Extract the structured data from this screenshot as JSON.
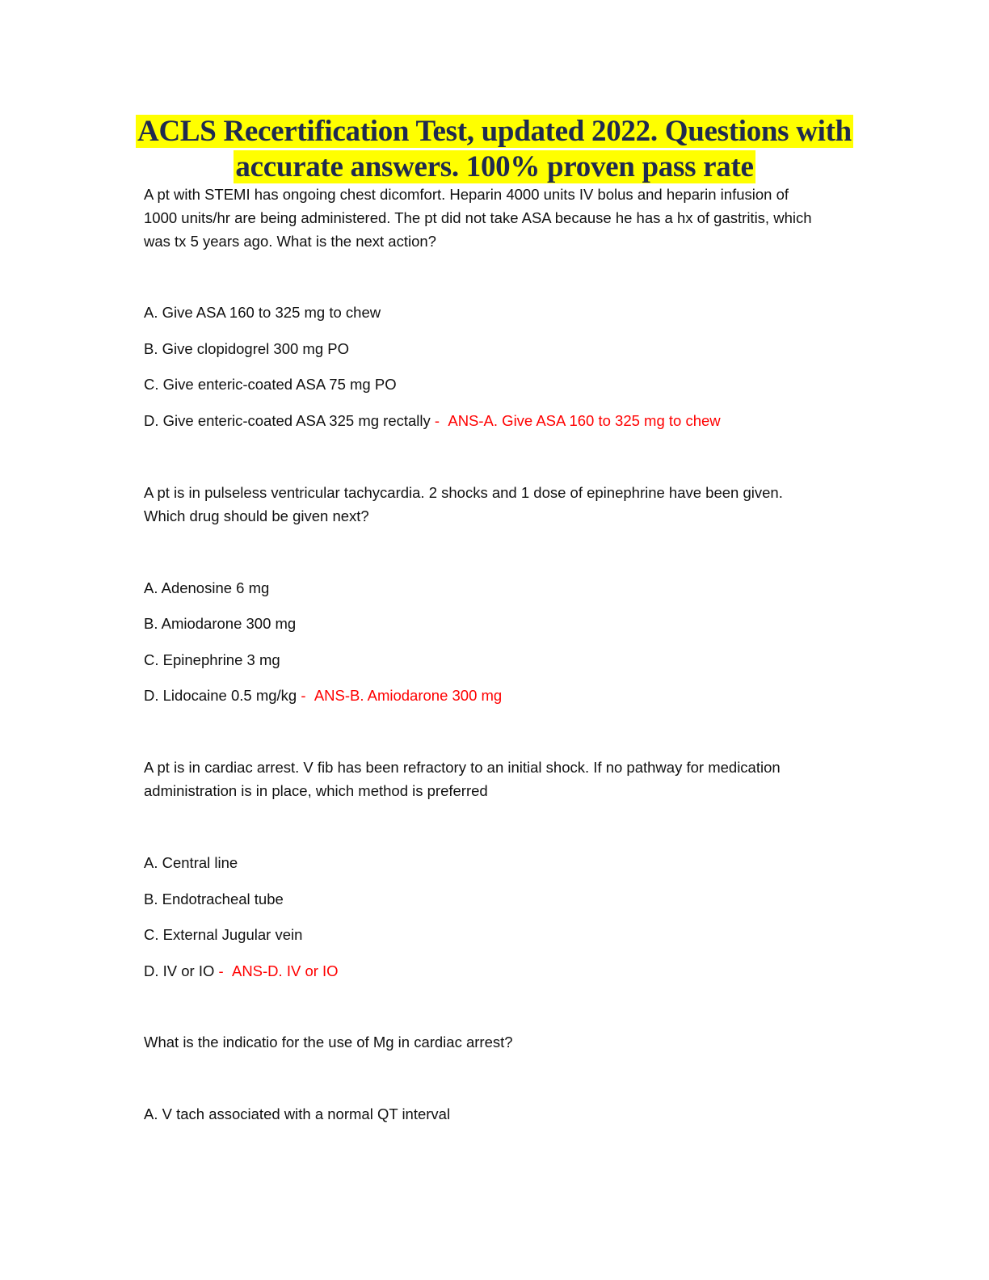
{
  "title": {
    "line1": "ACLS Recertification Test, updated 2022. Questions with",
    "line2": "accurate answers. 100% proven pass rate",
    "highlight_color": "#ffff00",
    "text_color": "#1f2a4f"
  },
  "answer_color": "#ff0000",
  "questions": [
    {
      "stem_lines": [
        "A pt with STEMI has ongoing chest dicomfort. Heparin 4000 units IV bolus and heparin infusion of",
        "1000 units/hr are being administered. The pt did not take ASA because he has a hx of gastritis, which",
        "was tx 5 years ago. What is the next action?"
      ],
      "options": [
        "A. Give ASA 160 to 325 mg to chew",
        "B. Give clopidogrel 300 mg PO",
        "C. Give enteric-coated ASA 75 mg PO",
        "D. Give enteric-coated ASA 325 mg rectally"
      ],
      "separator": " - ",
      "answer": "ANS-A. Give ASA 160 to 325 mg to chew"
    },
    {
      "stem_lines": [
        "A pt is in pulseless ventricular tachycardia. 2 shocks and 1 dose of epinephrine have been given.",
        "Which drug should be given next?"
      ],
      "options": [
        "A. Adenosine 6 mg",
        "B. Amiodarone 300 mg",
        "C. Epinephrine 3 mg",
        "D. Lidocaine 0.5 mg/kg"
      ],
      "separator": " - ",
      "answer": "ANS-B. Amiodarone 300 mg"
    },
    {
      "stem_lines": [
        "A pt is in cardiac arrest. V fib has been refractory to an initial shock. If no pathway for medication",
        "administration is in place, which method is preferred"
      ],
      "options": [
        "A. Central line",
        "B. Endotracheal tube",
        "C. External Jugular vein",
        "D. IV or IO"
      ],
      "separator": " - ",
      "answer": "ANS-D. IV or IO"
    },
    {
      "stem_lines": [
        "What is the indicatio for the use of Mg in cardiac arrest?"
      ],
      "options": [
        "A. V tach associated with a normal QT interval"
      ]
    }
  ]
}
